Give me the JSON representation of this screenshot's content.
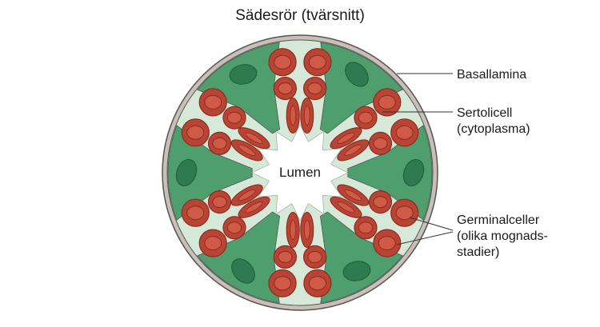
{
  "title": "Sädesrör (tvärsnitt)",
  "labels": {
    "lumen": "Lumen",
    "basal": "Basallamina",
    "sertoli_1": "Sertolicell",
    "sertoli_2": "(cytoplasma)",
    "germ_1": "Germinalceller",
    "germ_2": "(olika mognads-",
    "germ_3": "stadier)"
  },
  "colors": {
    "background": "#ffffff",
    "tubule_fill": "#d6e9d8",
    "basal_lamina": "#c8bfb5",
    "basal_outline": "#555555",
    "sertoli_cytoplasm": "#4e9e6e",
    "sertoli_nucleus": "#2f7a50",
    "germ_cell": "#b84434",
    "germ_cell_dark": "#8e2a20",
    "germ_cell_light": "#cf5a48",
    "lumen": "#ffffff",
    "leader": "#333333"
  }
}
